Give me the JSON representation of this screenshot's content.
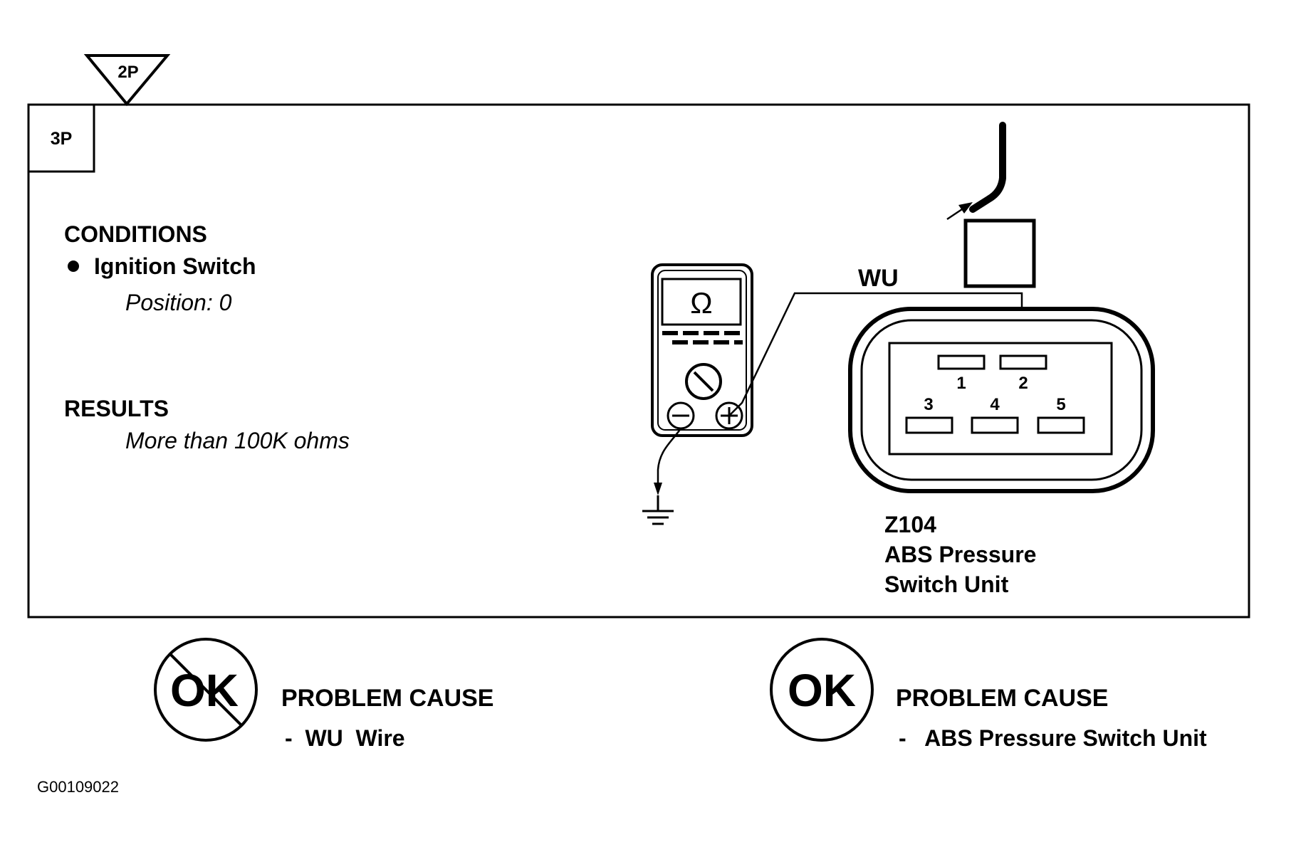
{
  "step": {
    "previous": "2P",
    "current": "3P"
  },
  "conditions": {
    "heading": "CONDITIONS",
    "item": "Ignition Switch",
    "detail": "Position: 0"
  },
  "results": {
    "heading": "RESULTS",
    "value": "More than 100K ohms"
  },
  "meter": {
    "symbol": "Ω"
  },
  "wire": {
    "label": "WU"
  },
  "connector": {
    "pins": [
      "1",
      "2",
      "3",
      "4",
      "5"
    ],
    "code": "Z104",
    "name_line1": "ABS Pressure",
    "name_line2": "Switch Unit"
  },
  "outcomes": {
    "not_ok": {
      "badge": "OK",
      "heading": "PROBLEM CAUSE",
      "cause": "-  WU  Wire"
    },
    "ok": {
      "badge": "OK",
      "heading": "PROBLEM CAUSE",
      "cause": "-   ABS Pressure Switch Unit"
    }
  },
  "figure_id": "G00109022"
}
